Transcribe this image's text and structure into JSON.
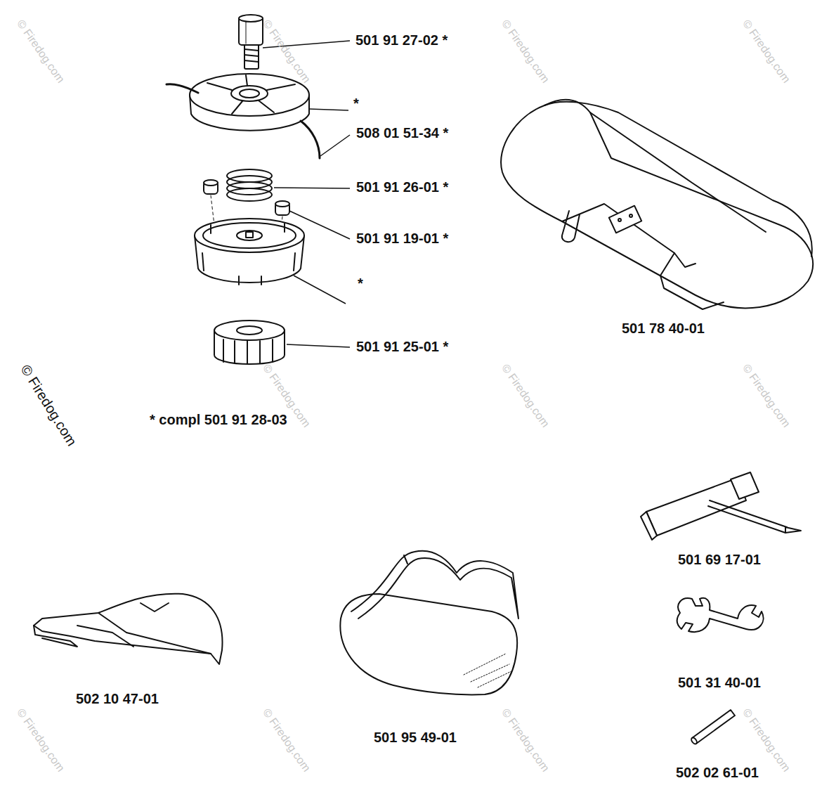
{
  "diagram": {
    "labels": [
      "501 91 27-02 *",
      "*",
      "508 01 51-34 *",
      "501 91 26-01 *",
      "501 91 19-01 *",
      "*",
      "501 91 25-01 *",
      "* compl 501 91 28-03",
      "501 78 40-01",
      "501 69 17-01",
      "501 31 40-01",
      "502 02 61-01",
      "502 10 47-01",
      "501 95 49-01",
      "© Firedog.com",
      "© Firedog.com",
      "© Firedog.com",
      "© Firedog.com",
      "© Firedog.com",
      "© Firedog.com",
      "© Firedog.com",
      "© Firedog.com",
      "© Firedog.com",
      "© Firedog.com",
      "© Firedog.com",
      "© Firedog.com"
    ]
  }
}
